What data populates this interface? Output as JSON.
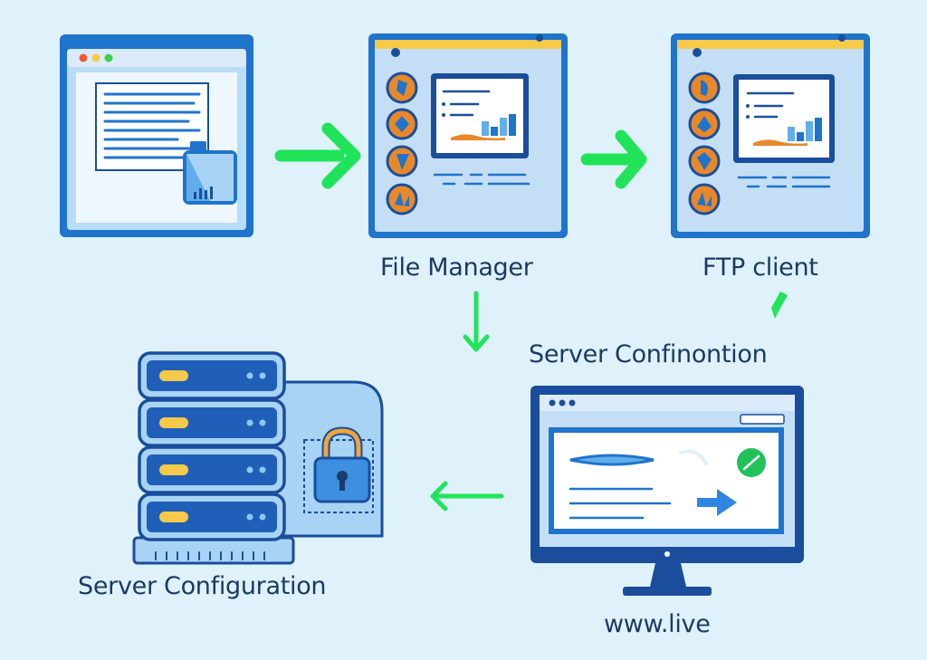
{
  "labels": {
    "file_manager": "File Manager",
    "ftp_client": "FTP client",
    "server_confin": "Server Confinontion",
    "server_configuration": "Server Configuration",
    "www_live": "www.live"
  },
  "icons": {
    "document_window": "document-window-icon",
    "file_manager_window": "file-manager-window-icon",
    "ftp_window": "ftp-window-icon",
    "server_rack": "server-rack-icon",
    "padlock": "padlock-icon",
    "monitor": "monitor-icon"
  },
  "colors": {
    "background": "#dff1fb",
    "window_blue": "#1f74cc",
    "dark_blue": "#1a4e9c",
    "arrow_green": "#21e35a",
    "accent_yellow": "#f7c948",
    "accent_orange": "#e9882a",
    "text": "#1c3a63"
  }
}
